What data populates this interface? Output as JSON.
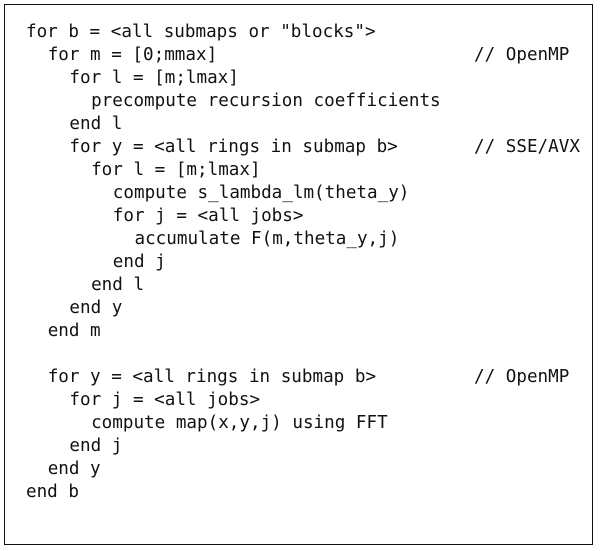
{
  "code_lines": [
    {
      "indent": 0,
      "text": "for b = <all submaps or \"blocks\">",
      "comment": ""
    },
    {
      "indent": 1,
      "text": "for m = [0;mmax]",
      "comment": "// OpenMP"
    },
    {
      "indent": 2,
      "text": "for l = [m;lmax]",
      "comment": ""
    },
    {
      "indent": 3,
      "text": "precompute recursion coefficients",
      "comment": ""
    },
    {
      "indent": 2,
      "text": "end l",
      "comment": ""
    },
    {
      "indent": 2,
      "text": "for y = <all rings in submap b>",
      "comment": "// SSE/AVX"
    },
    {
      "indent": 3,
      "text": "for l = [m;lmax]",
      "comment": ""
    },
    {
      "indent": 4,
      "text": "compute s_lambda_lm(theta_y)",
      "comment": ""
    },
    {
      "indent": 4,
      "text": "for j = <all jobs>",
      "comment": ""
    },
    {
      "indent": 5,
      "text": "accumulate F(m,theta_y,j)",
      "comment": ""
    },
    {
      "indent": 4,
      "text": "end j",
      "comment": ""
    },
    {
      "indent": 3,
      "text": "end l",
      "comment": ""
    },
    {
      "indent": 2,
      "text": "end y",
      "comment": ""
    },
    {
      "indent": 1,
      "text": "end m",
      "comment": ""
    },
    {
      "indent": 0,
      "text": "",
      "comment": ""
    },
    {
      "indent": 1,
      "text": "for y = <all rings in submap b>",
      "comment": "// OpenMP"
    },
    {
      "indent": 2,
      "text": "for j = <all jobs>",
      "comment": ""
    },
    {
      "indent": 3,
      "text": "compute map(x,y,j) using FFT",
      "comment": ""
    },
    {
      "indent": 2,
      "text": "end j",
      "comment": ""
    },
    {
      "indent": 1,
      "text": "end y",
      "comment": ""
    },
    {
      "indent": 0,
      "text": "end b",
      "comment": ""
    }
  ]
}
